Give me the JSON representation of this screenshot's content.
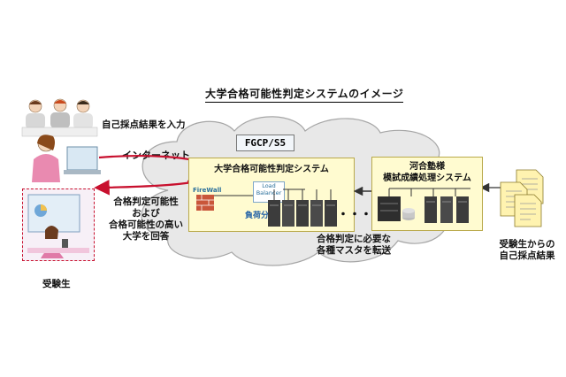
{
  "title": "大学合格可能性判定システムのイメージ",
  "labels": {
    "self_score_input": "自己採点結果を入力",
    "internet": "インターネット",
    "answer_line1": "合格判定可能性",
    "answer_line2": "および",
    "answer_line3": "合格可能性の高い",
    "answer_line4": "大学を回答",
    "examinee": "受験生",
    "fgcp": "FGCP/S5",
    "judgement_system": "大学合格可能性判定システム",
    "kawai_line1": "河合塾様",
    "kawai_line2": "模試成績処理システム",
    "firewall": "FireWall",
    "lb_line1": "Load",
    "lb_line2": "Balancer",
    "load_balancing": "負荷分散",
    "transfer_line1": "合格判定に必要な",
    "transfer_line2": "各種マスタを転送",
    "results_line1": "受験生からの",
    "results_line2": "自己採点結果",
    "dots": "・・・"
  },
  "colors": {
    "cloud": "#e9e9e9",
    "box_fill": "#fffbd0",
    "arrow_red": "#c8102e",
    "server_dark": "#3c3c3c"
  },
  "icons": [
    "people-group-icon",
    "person-at-computer-icon",
    "examinee-with-phone-icon",
    "server-icon",
    "storage-icon",
    "document-stack-icon"
  ]
}
